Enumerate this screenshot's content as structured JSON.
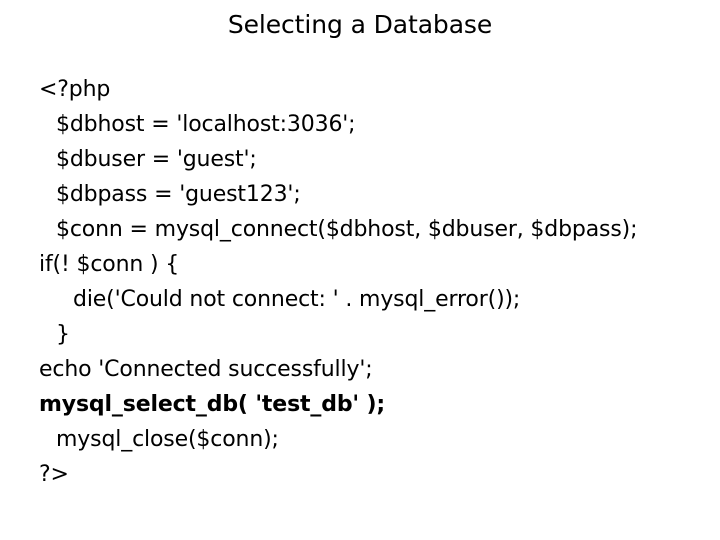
{
  "slide": {
    "title": "Selecting a Database",
    "background_color": "#ffffff",
    "text_color": "#000000"
  },
  "code": {
    "language": "php",
    "lines": [
      {
        "text": "<?php",
        "indent": 0,
        "bold": false
      },
      {
        "text": "$dbhost = 'localhost:3036';",
        "indent": 1,
        "bold": false
      },
      {
        "text": "$dbuser = 'guest';",
        "indent": 1,
        "bold": false
      },
      {
        "text": "$dbpass = 'guest123';",
        "indent": 1,
        "bold": false
      },
      {
        "text": "$conn = mysql_connect($dbhost, $dbuser, $dbpass);",
        "indent": 1,
        "bold": false
      },
      {
        "text": "if(! $conn ) {",
        "indent": 0,
        "bold": false
      },
      {
        "text": "die('Could not connect: ' . mysql_error());",
        "indent": 2,
        "bold": false
      },
      {
        "text": "}",
        "indent": 1,
        "bold": false
      },
      {
        "text": "echo 'Connected successfully';",
        "indent": 0,
        "bold": false
      },
      {
        "text": "mysql_select_db( 'test_db' );",
        "indent": 0,
        "bold": true
      },
      {
        "text": "mysql_close($conn);",
        "indent": 1,
        "bold": false
      },
      {
        "text": "?>",
        "indent": 0,
        "bold": false
      }
    ]
  }
}
